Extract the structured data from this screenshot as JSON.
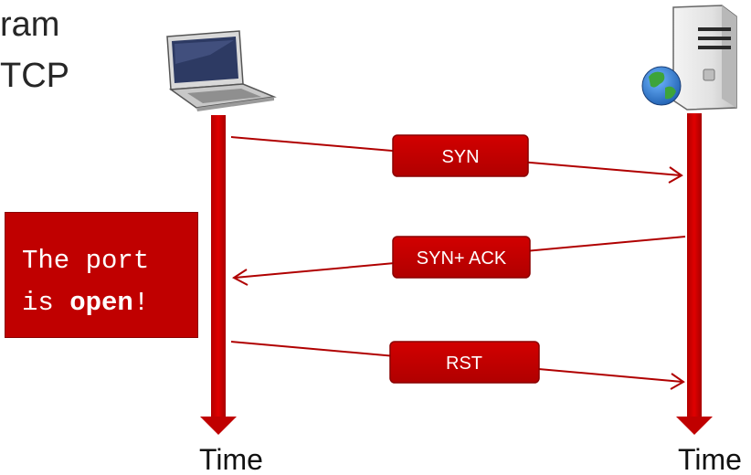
{
  "title": {
    "line1": "ram",
    "line2": "TCP"
  },
  "client": {
    "icon": "laptop-icon"
  },
  "server": {
    "icon": "server-globe-icon"
  },
  "messages": [
    {
      "label": "SYN",
      "direction": "client-to-server"
    },
    {
      "label": "SYN+ ACK",
      "direction": "server-to-client"
    },
    {
      "label": "RST",
      "direction": "client-to-server"
    }
  ],
  "timelines": {
    "client_label": "Time",
    "server_label": "Time"
  },
  "callout": {
    "line1": "The port",
    "line2_prefix": "is ",
    "line2_bold": "open",
    "line2_suffix": "!"
  },
  "colors": {
    "accent": "#c00000",
    "arrow": "#b00000"
  }
}
